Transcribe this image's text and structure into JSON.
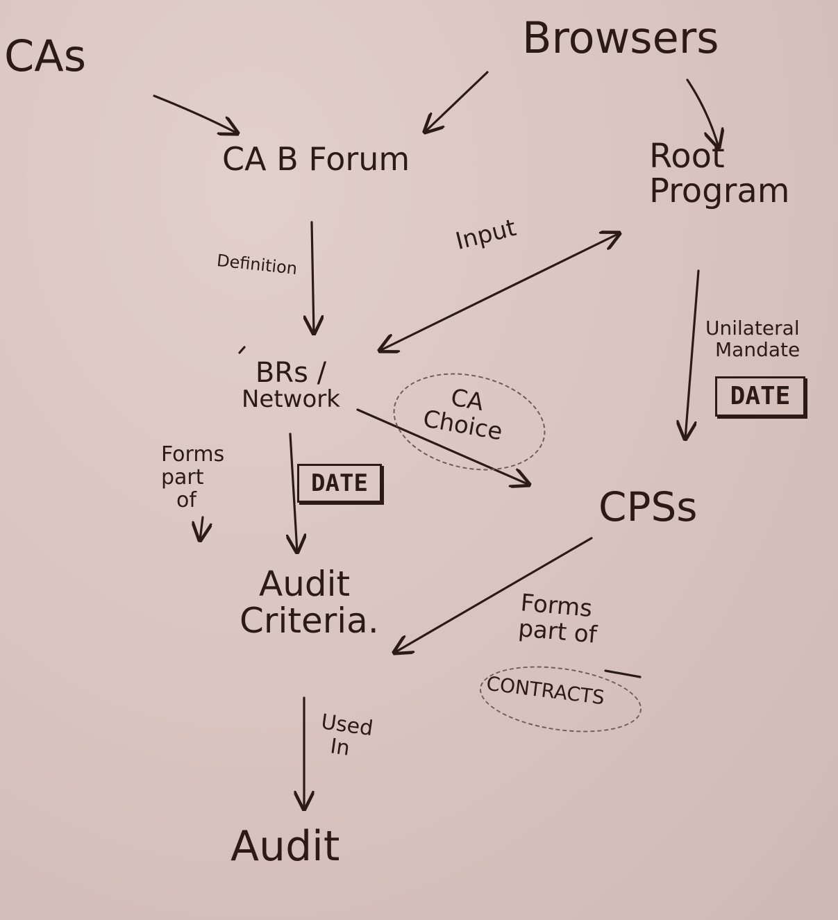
{
  "nodes": {
    "cas": {
      "label": "CAs"
    },
    "browsers": {
      "label": "Browsers"
    },
    "cab_forum": {
      "label": "CA B Forum"
    },
    "root_program": {
      "lines": [
        "Root",
        "Program"
      ]
    },
    "brs_network": {
      "lines": [
        "BRs /",
        "Network"
      ]
    },
    "cpss": {
      "label": "CPSs"
    },
    "audit_criteria": {
      "lines": [
        "Audit",
        "Criteria."
      ]
    },
    "audit": {
      "label": "Audit"
    }
  },
  "edge_labels": {
    "definition": "Definition",
    "input": "Input",
    "unilateral_mandate": [
      "Unilateral",
      "Mandate"
    ],
    "ca_choice": [
      "CA",
      "Choice"
    ],
    "forms_part_of_left": [
      "Forms",
      "part",
      "of"
    ],
    "forms_part_of_right": [
      "Forms",
      "part of"
    ],
    "contracts": "CONTRACTS",
    "used_in": [
      "Used",
      "In"
    ]
  },
  "badges": {
    "date_root": "DATE",
    "date_brs": "DATE"
  },
  "colors": {
    "ink": "#2b1a16",
    "board": "#d8c4c0"
  }
}
